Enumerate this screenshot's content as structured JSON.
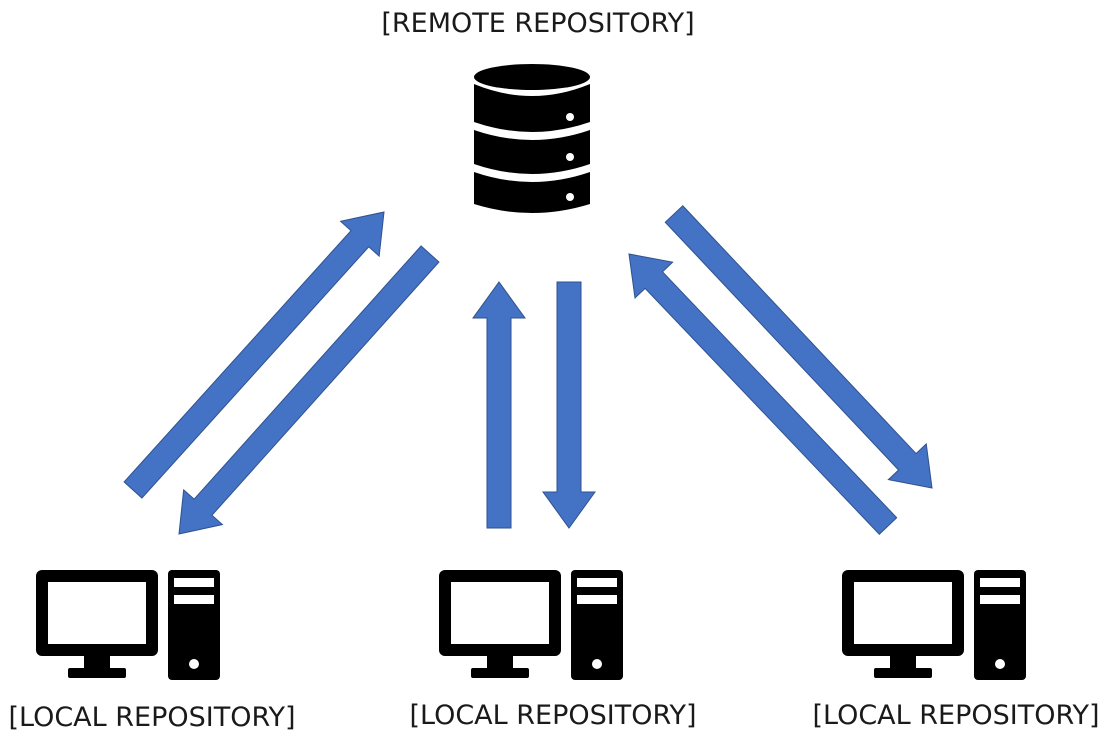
{
  "remote": {
    "label": "[REMOTE REPOSITORY]",
    "icon": "database-icon"
  },
  "locals": [
    {
      "label": "[LOCAL REPOSITORY]",
      "icon": "desktop-computer-icon"
    },
    {
      "label": "[LOCAL REPOSITORY]",
      "icon": "desktop-computer-icon"
    },
    {
      "label": "[LOCAL REPOSITORY]",
      "icon": "desktop-computer-icon"
    }
  ],
  "colors": {
    "arrow_fill": "#4472C4",
    "arrow_stroke": "#2F528F",
    "icon": "#000000",
    "background": "#FFFFFF"
  }
}
